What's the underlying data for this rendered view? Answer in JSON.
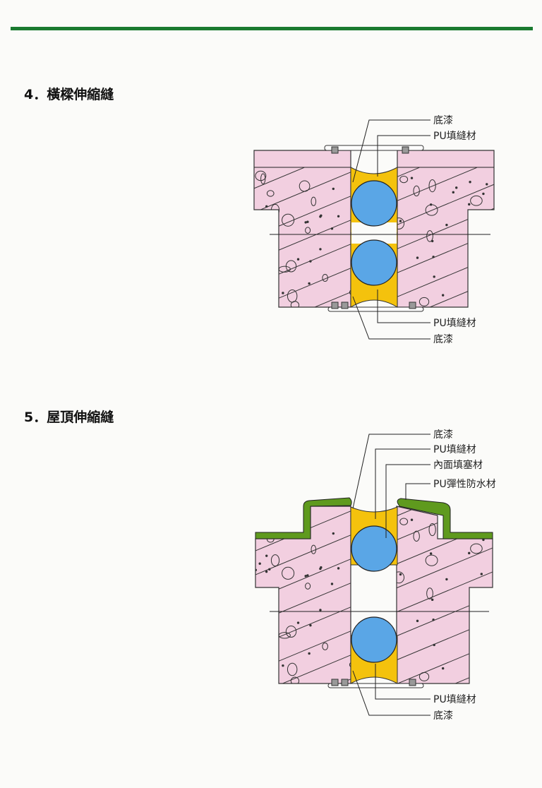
{
  "colors": {
    "rule": "#1a7a30",
    "concrete": "#f2cfe0",
    "pu_filler": "#f4c20d",
    "backer_rod": "#5aa6e6",
    "membrane": "#5f9a1e"
  },
  "section4": {
    "title": "4．橫樑伸縮縫",
    "labels": {
      "top_primer": "底漆",
      "top_pu": "PU填縫材",
      "bottom_pu": "PU填縫材",
      "bottom_primer": "底漆"
    }
  },
  "section5": {
    "title": "5．屋頂伸縮縫",
    "labels": {
      "top_primer": "底漆",
      "top_pu": "PU填縫材",
      "backer": "內面填塞材",
      "membrane": "PU彈性防水材",
      "bottom_pu": "PU填縫材",
      "bottom_primer": "底漆"
    }
  }
}
